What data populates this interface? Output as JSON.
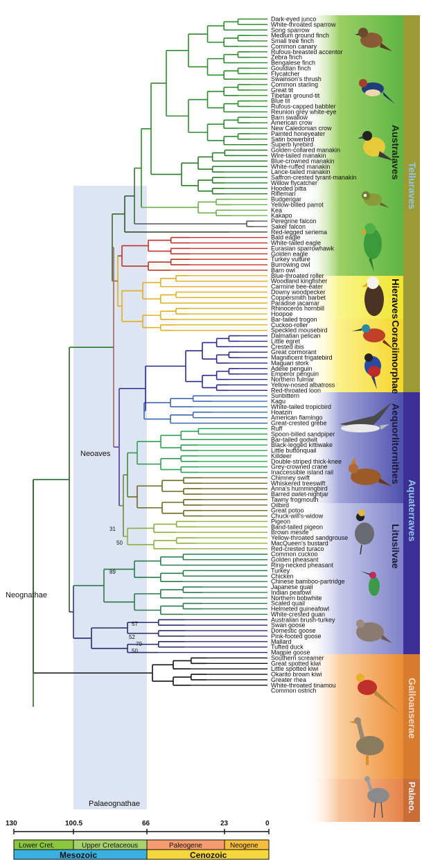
{
  "species": [
    "Dark-eyed junco",
    "White-throated sparrow",
    "Song sparrow",
    "Medium ground finch",
    "Small tree finch",
    "Common canary",
    "Rufous-breasted accentor",
    "Zebra finch",
    "Bengalese finch",
    "Gouldian finch",
    "Flycatcher",
    "Swainson's thrush",
    "Common starling",
    "Great tit",
    "Tibetan ground-tit",
    "Blue tit",
    "Rufous-capped babbler",
    "Reunion grey white-eye",
    "Barn swallow",
    "American crow",
    "New Caledonian crow",
    "Painted honeyeater",
    "Satin bowerbird",
    "Superb lyrebird",
    "Golden-collared manakin",
    "Wire-tailed manakin",
    "Blue-crowned manakin",
    "White-ruffed manakin",
    "Lance-tailed manakin",
    "Saffron-crested tyrant-manakin",
    "Willow flycatcher",
    "Hooded pitta",
    "Rifleman",
    "Budgerigar",
    "Yellow-billed parrot",
    "Kea",
    "Kakapo",
    "Peregrine falcon",
    "Saker falcon",
    "Red-legged seriema",
    "Bald eagle",
    "White-tailed eagle",
    "Eurasian sparrowhawk",
    "Golden eagle",
    "Turkey vulture",
    "Burrowing owl",
    "Barn owl",
    "Blue-throated roller",
    "Woodland kingfisher",
    "Carmine bee-eater",
    "Downy woodpecker",
    "Coppersmith barbet",
    "Paradise jacamar",
    "Rhinoceros hornbill",
    "Hoopoe",
    "Bar-tailed trogon",
    "Cuckoo-roller",
    "Speckled mousebird",
    "Dalmatian pelican",
    "Little egret",
    "Crested ibis",
    "Great cormorant",
    "Magnificent frigatebird",
    "Maguari stork",
    "Adelie penguin",
    "Emperor penguin",
    "Northern fulmar",
    "Yellow-nosed albatross",
    "Red-throated loon",
    "Sunbittern",
    "Kagu",
    "White-tailed tropicbird",
    "Hoatzin",
    "American flamingo",
    "Great-crested grebe",
    "Ruff",
    "Spoon-billed sandpiper",
    "Bar-tailed godwit",
    "Black-legged kittiwake",
    "Little buttonquail",
    "Killdeer",
    "Double-striped thick-knee",
    "Grey-crowned crane",
    "Inaccessible island rail",
    "Chimney swift",
    "Whiskered treeswift",
    "Anna's hummingbird",
    "Barred owlet-nightjar",
    "Tawny frogmouth",
    "Oilbird",
    "Great potoo",
    "Chuck-will's-widow",
    "Pigeon",
    "Band-tailed pigeon",
    "Brown mesite",
    "Yellow-throated sandgrouse",
    "MacQueen's bustard",
    "Red-crested turaco",
    "Common cuckoo",
    "Golden pheasant",
    "Ring-necked pheasant",
    "Turkey",
    "Chicken",
    "Chinese bamboo-partridge",
    "Japanese quail",
    "Indian peafowl",
    "Northern bobwhite",
    "Scaled quail",
    "Helmeted guineafowl",
    "White-crested guan",
    "Australian brush-turkey",
    "Swan goose",
    "Domestic goose",
    "Pink-footed goose",
    "Mallard",
    "Tufted duck",
    "Magpie goose",
    "Southern screamer",
    "Great spotted kiwi",
    "Little spotted kiwi",
    "Okarito brown kiwi",
    "Greater rhea",
    "White-throated tinamou",
    "Common ostrich"
  ],
  "clades": {
    "australaves": "Australaves",
    "telluraves": "Telluraves",
    "hieraves": "Hieraves",
    "coraciimorphae": "Coraciimorphae",
    "aequorlitornithes": "Aequorlitornithes",
    "aquaterraves": "Aquaterraves",
    "litusilvae": "Litusilvae",
    "galloanserae": "Galloanserae",
    "palaeo": "Palaeo."
  },
  "nodes": {
    "neoaves": "Neoaves",
    "neognathae": "Neognathae",
    "palaeognathae": "Palaeognathae"
  },
  "support_values": [
    "31",
    "50",
    "89",
    "57",
    "52",
    "79",
    "50"
  ],
  "time_ticks": [
    "130",
    "100.5",
    "66",
    "23",
    "0"
  ],
  "periods": {
    "lower_cret": "Lower Cret.",
    "upper_cret": "Upper Cretaceous",
    "paleogene": "Paleogene",
    "neogene": "Neogene"
  },
  "eons": {
    "mesozoic": "Mesozoic",
    "cenozoic": "Cenozoic"
  },
  "colors": {
    "australaves": "#4ea83a",
    "telluraves": "#9a9a2e",
    "hieraves": "#f2ea3a",
    "coraciimorphae": "#f6d92a",
    "aequorlitornithes": "#4a4aa8",
    "aquaterraves": "#3e2f96",
    "litusilvae": "#6a6ab8",
    "galloanserae": "#e88a30",
    "palaeo": "#e07a40",
    "shade": "#dde4f4",
    "mesozoic": "#3ab0e0",
    "cenozoic": "#f5d63c",
    "cret": "#8cc63f",
    "paleogene": "#f59c6e",
    "neogene": "#f7bc3a"
  }
}
